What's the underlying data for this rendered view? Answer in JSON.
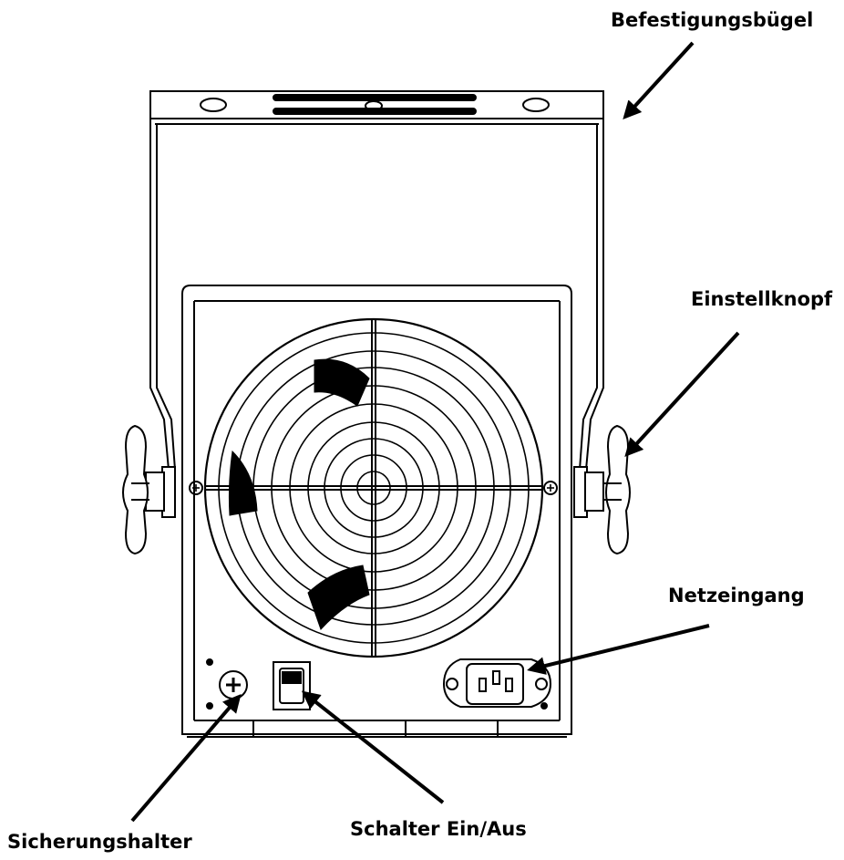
{
  "labels": {
    "bracket": "Befestigungsbügel",
    "knob": "Einstellknopf",
    "power_inlet": "Netzeingang",
    "switch": "Schalter Ein/Aus",
    "fuse_holder": "Sicherungshalter"
  },
  "colors": {
    "line": "#000000",
    "background": "#ffffff",
    "fan_fill": "#f2f2f2"
  }
}
